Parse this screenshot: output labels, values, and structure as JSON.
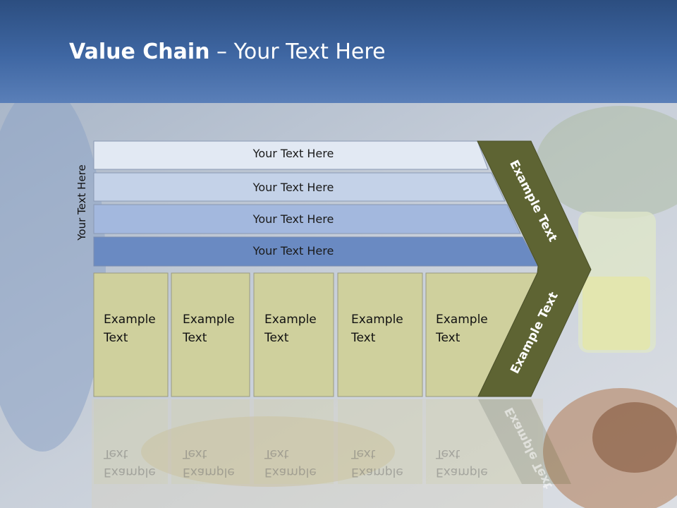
{
  "slide": {
    "title_bold": "Value Chain",
    "title_rest": " – Your Text Here",
    "side_label": "Your Text Here"
  },
  "bars": [
    {
      "label": "Your Text Here",
      "color": "#e2e9f3"
    },
    {
      "label": "Your Text Here",
      "color": "#c4d2e8"
    },
    {
      "label": "Your Text Here",
      "color": "#a3b8de"
    },
    {
      "label": "Your Text Here",
      "color": "#6a8ac2"
    }
  ],
  "boxes": [
    {
      "line1": "Example",
      "line2": "Text"
    },
    {
      "line1": "Example",
      "line2": "Text"
    },
    {
      "line1": "Example",
      "line2": "Text"
    },
    {
      "line1": "Example",
      "line2": "Text"
    },
    {
      "line1": "Example",
      "line2": "Text"
    }
  ],
  "chevron": {
    "upper_label": "Example Text",
    "lower_label": "Example Text",
    "color": "#5e6433"
  },
  "colors": {
    "box_fill": "#cfd09d",
    "header": "#3f67a3"
  }
}
